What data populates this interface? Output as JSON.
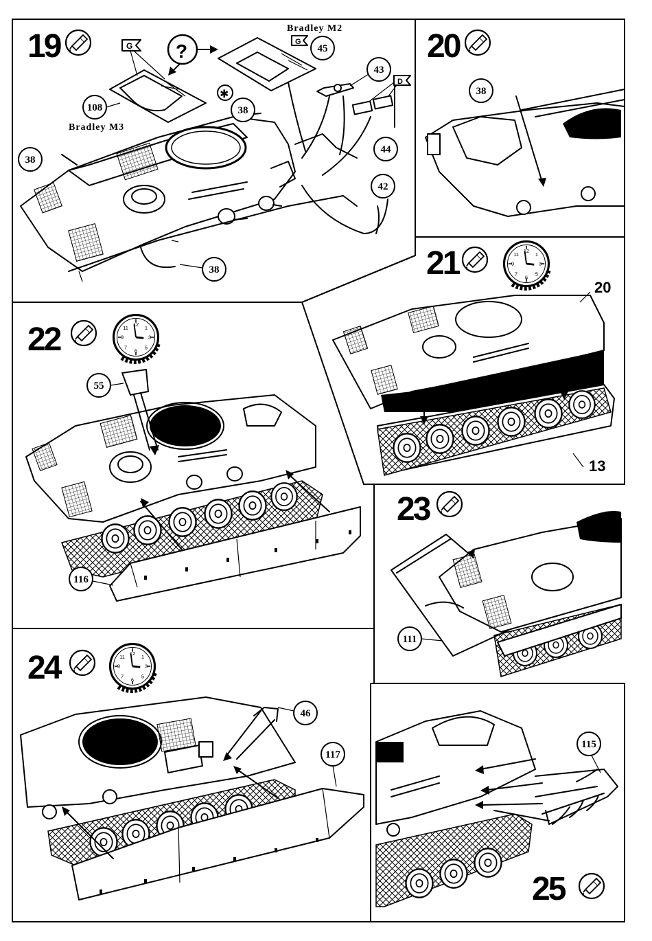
{
  "steps": {
    "s19": {
      "number": "19",
      "variant_top": "Bradley M2",
      "variant_bottom": "Bradley M3",
      "decal_mark": "G",
      "question_mark": "?",
      "asterisk": "✱",
      "parts": [
        "108",
        "45",
        "43",
        "44",
        "42",
        "38",
        "38",
        "38",
        "38"
      ],
      "decal_mark_2": "D"
    },
    "s20": {
      "number": "20",
      "parts": [
        "38"
      ]
    },
    "s21": {
      "number": "21",
      "parts": [
        "20",
        "13"
      ]
    },
    "s22": {
      "number": "22",
      "parts": [
        "55",
        "116"
      ]
    },
    "s23": {
      "number": "23",
      "parts": [
        "111"
      ]
    },
    "s24": {
      "number": "24",
      "parts": [
        "46",
        "117"
      ]
    },
    "s25": {
      "number": "25",
      "parts": [
        "115"
      ]
    }
  },
  "icons": {
    "glue": "glue-tube-icon",
    "clock": "drying-clock-icon"
  },
  "colors": {
    "ink": "#000000",
    "paper": "#ffffff"
  }
}
